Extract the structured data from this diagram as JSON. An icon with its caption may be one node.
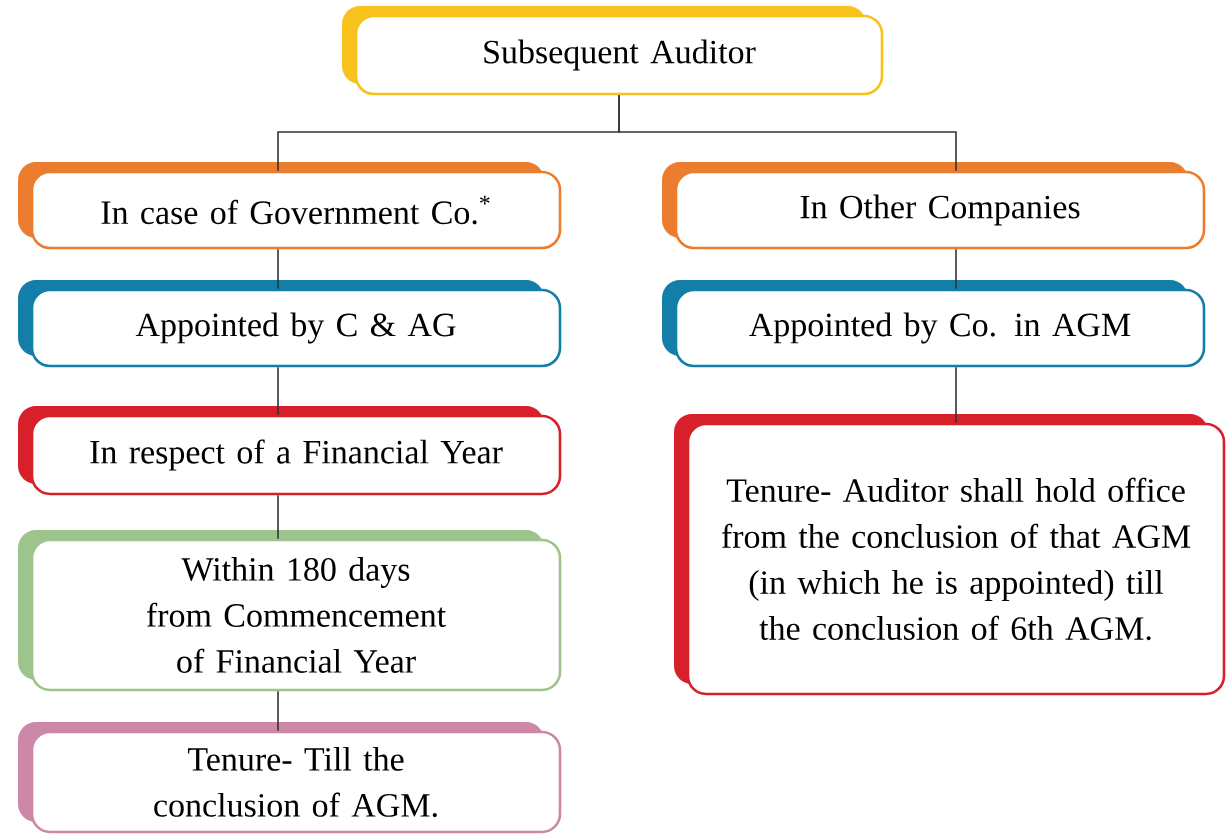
{
  "diagram": {
    "nodes": [
      {
        "text": [
          "Subsequent Auditor"
        ]
      },
      {
        "text": [
          "In case of Government Co.$^{*}$"
        ]
      },
      {
        "text": [
          "Appointed by C & AG"
        ]
      },
      {
        "text": [
          "In respect of a Financial Year"
        ]
      },
      {
        "text": [
          "Within 180 days from Commencement of Financial Year"
        ]
      },
      {
        "text": [
          "Tenure- Till the conclusion of AGM."
        ]
      },
      {
        "text": [
          "In Other Companies"
        ]
      },
      {
        "text": [
          "Appointed by Co. in AGM"
        ]
      },
      {
        "text": [
          "Tenure- Auditor shall hold office from the conclusion of that AGM (in which he is appointed) till the conclusion of 6th AGM."
        ]
      }
    ],
    "edges": [
      {
        "from": 0,
        "to": 1,
        "arrow": "none"
      },
      {
        "from": 0,
        "to": 6,
        "arrow": "none"
      },
      {
        "from": 1,
        "to": 2,
        "arrow": "none"
      },
      {
        "from": 2,
        "to": 3,
        "arrow": "none"
      },
      {
        "from": 3,
        "to": 4,
        "arrow": "none"
      },
      {
        "from": 4,
        "to": 5,
        "arrow": "none"
      },
      {
        "from": 6,
        "to": 7,
        "arrow": "none"
      },
      {
        "from": 7,
        "to": 8,
        "arrow": "none"
      }
    ]
  }
}
